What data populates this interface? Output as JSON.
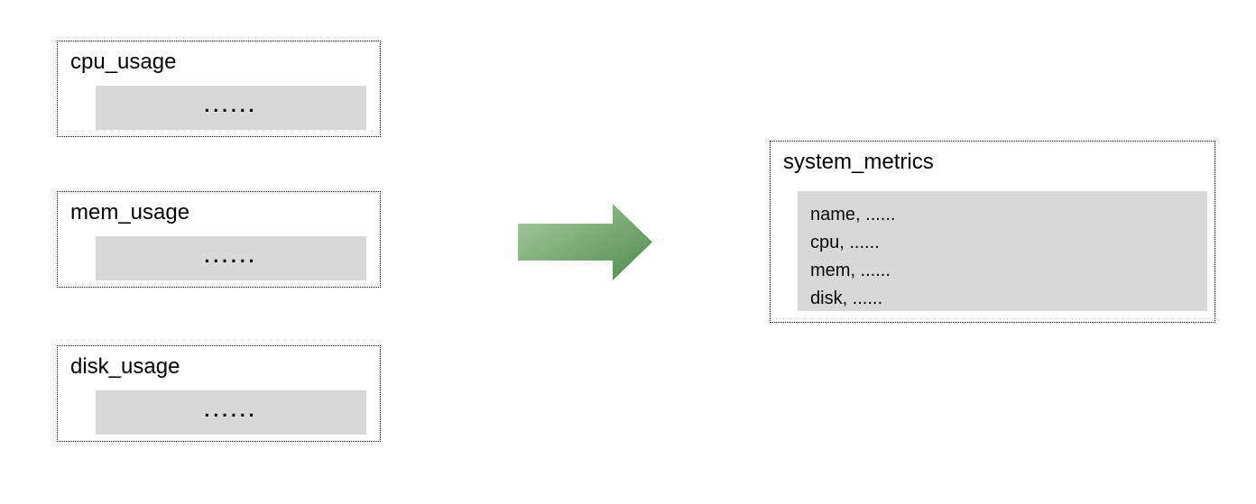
{
  "diagram": {
    "sources": [
      {
        "title": "cpu_usage",
        "placeholder": "......"
      },
      {
        "title": "mem_usage",
        "placeholder": "......"
      },
      {
        "title": "disk_usage",
        "placeholder": "......"
      }
    ],
    "arrow": {
      "direction": "right",
      "gradient_start": "#abcaa4",
      "gradient_end": "#4f8c4a"
    },
    "target": {
      "title": "system_metrics",
      "fields": [
        "name, ......",
        "cpu, ......",
        "mem, ......",
        "disk, ......"
      ]
    },
    "colors": {
      "panel_gray": "#d8d8d8",
      "border": "#000000",
      "background": "#ffffff"
    }
  }
}
